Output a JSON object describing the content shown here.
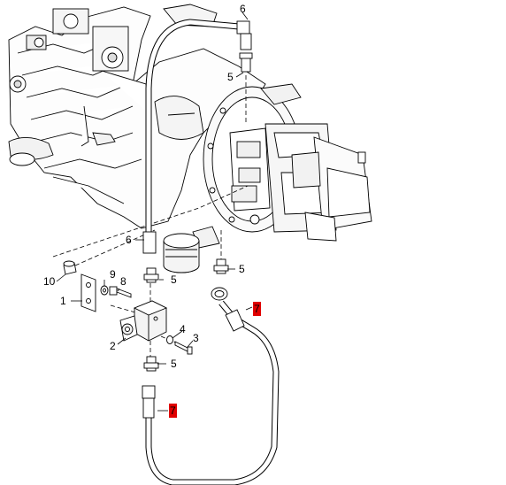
{
  "callouts": {
    "c1": "1",
    "c2": "2",
    "c3": "3",
    "c4": "4",
    "c5a": "5",
    "c5b": "5",
    "c5c": "5",
    "c5d": "5",
    "c6a": "6",
    "c6b": "6",
    "c7a": "7",
    "c7b": "7",
    "c8": "8",
    "c9": "9",
    "c10": "10"
  },
  "colors": {
    "highlight": "#e00000",
    "line": "#000000",
    "background": "#ffffff"
  }
}
